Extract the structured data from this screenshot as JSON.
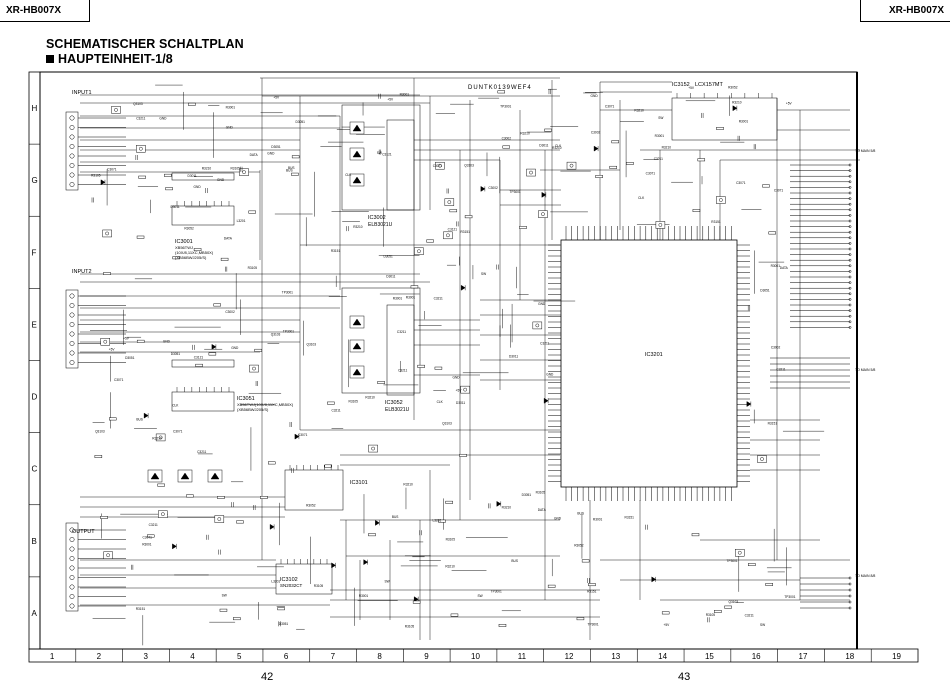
{
  "header": {
    "model_left": "XR-HB007X",
    "model_right": "XR-HB007X"
  },
  "title": {
    "line1": "SCHEMATISCHER SCHALTPLAN",
    "line2": "HAUPTEINHEIT-1/8"
  },
  "rows": [
    "H",
    "G",
    "F",
    "E",
    "D",
    "C",
    "B",
    "A"
  ],
  "columns": [
    "1",
    "2",
    "3",
    "4",
    "5",
    "6",
    "7",
    "8",
    "9",
    "10",
    "11",
    "12",
    "13",
    "14",
    "15",
    "16",
    "17",
    "18",
    "19"
  ],
  "pages": {
    "left": "42",
    "right": "43"
  },
  "board_code": "DUNTK0139WEF4",
  "connectors": {
    "input1": "INPUT1",
    "input2": "INPUT2",
    "output": "OUTPUT"
  },
  "ics": {
    "ic3001": "IC3001",
    "ic3001_part1": "XB56TWJ",
    "ic3001_part2": "(10X/8,11XC,MB50X)",
    "ic3001_part3": "(XB56BWJ205/S)",
    "ic3002": "IC3002",
    "ic3002_part": "ELB3021U",
    "ic3051": "IC3051",
    "ic3051_part1": "XB56TWJ(10X/8,11XC,MB50X)",
    "ic3051_part2": "(XB56BWJ205/S)",
    "ic3052": "IC3052",
    "ic3052_part": "ELB3021U",
    "ic3101": "IC3101",
    "ic3102": "IC3102",
    "ic3102_part": "SN2032CT",
    "ic3152": "IC3152",
    "ic3152_part": "LCX157MT",
    "ic3201": "IC3201"
  },
  "to_main": [
    "TO MAIN 5/8",
    "TO MAIN 5/8",
    "TO MAIN 8/8"
  ],
  "colors": {
    "ink": "#000000",
    "paper": "#ffffff"
  }
}
